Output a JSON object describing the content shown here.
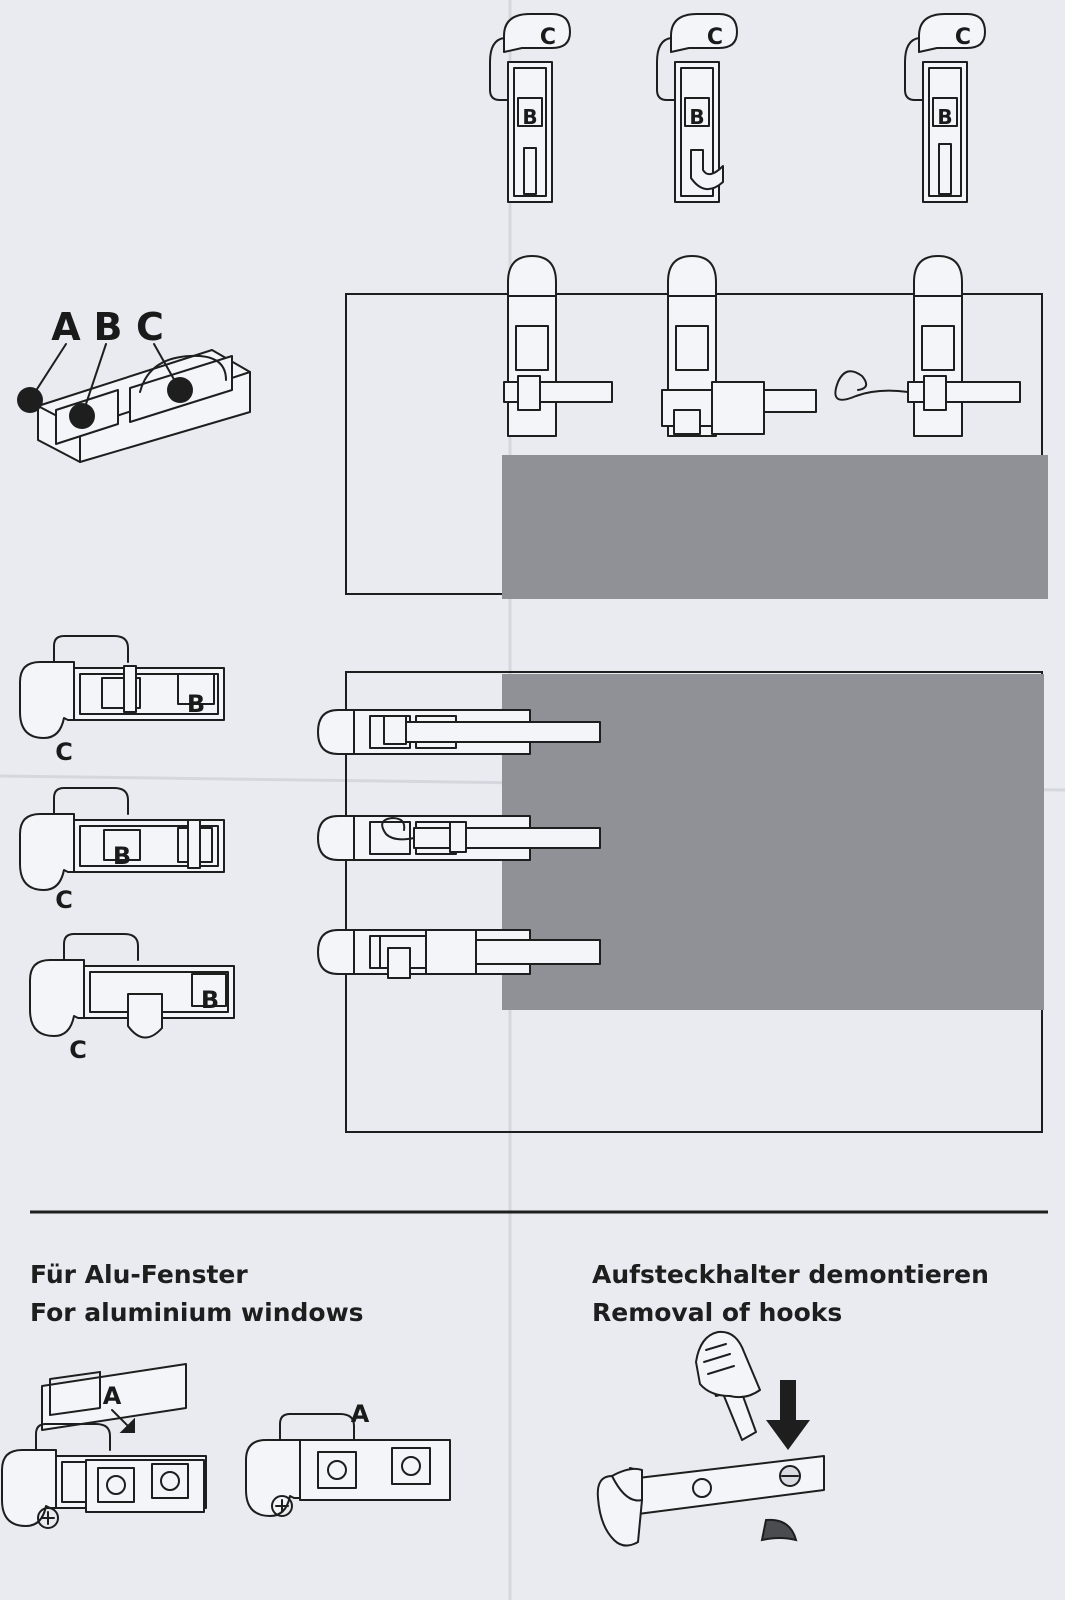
{
  "colors": {
    "paper": "#e9ebf0",
    "ink": "#1e1e1e",
    "curtain_gray": "#8f9196",
    "fold": "#d4d7dd"
  },
  "part_labels": {
    "a": "A",
    "b": "B",
    "c": "C"
  },
  "sections": {
    "alu_windows": {
      "title_de": "Für Alu-Fenster",
      "title_en": "For aluminium windows"
    },
    "removal": {
      "title_de": "Aufsteckhalter demontieren",
      "title_en": "Removal of hooks"
    }
  }
}
